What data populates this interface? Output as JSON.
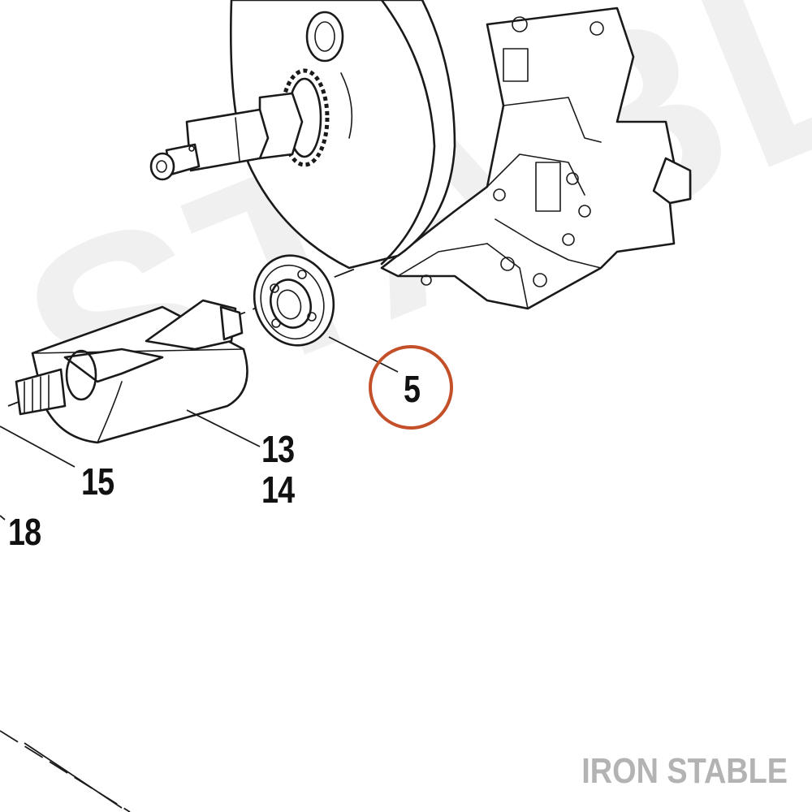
{
  "callouts": {
    "part_5": "5",
    "part_13": "13",
    "part_14": "14",
    "part_15": "15",
    "part_18": "18"
  },
  "watermark": {
    "brand": "IRON STABLE",
    "background_mark": "STABLE"
  },
  "icons": {
    "highlight_ring": "highlight-circle-icon"
  },
  "colors": {
    "highlight_ring": "#c4502a",
    "line_art": "#1a1a1a",
    "label_text": "#111111",
    "watermark_text": "#b3b3b3",
    "background_watermark": "#f0f0f0",
    "background": "#ffffff"
  }
}
